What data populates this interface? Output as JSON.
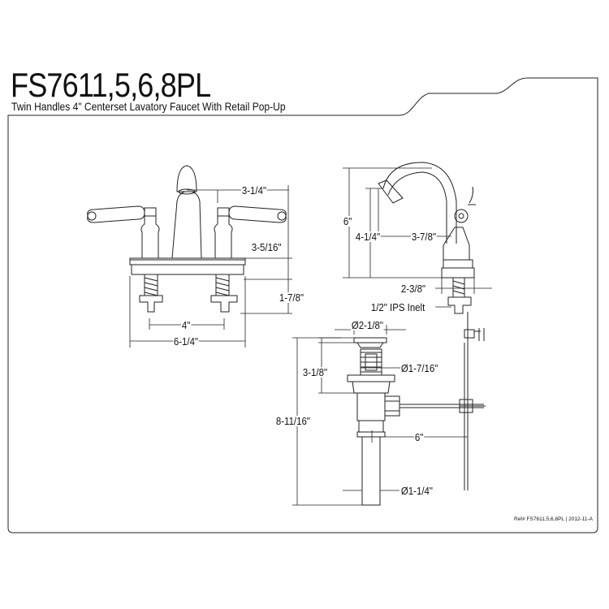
{
  "title": "FS7611,5,6,8PL",
  "subtitle": "Twin Handles 4\" Centerset Lavatory Faucet With Retail Pop-Up",
  "dimensions": {
    "front_spout_offset": "3-1/4\"",
    "front_height": "3-5/16\"",
    "front_shank": "1-7/8\"",
    "front_center": "4\"",
    "front_width": "6-1/4\"",
    "side_total_height": "6\"",
    "side_spout_height": "4-1/4\"",
    "side_reach": "3-7/8\"",
    "side_base_depth": "2-3/8\"",
    "side_inlet": "1/2\" IPS Inelt",
    "drain_flange_dia": "Ø2-1/8\"",
    "drain_top_height": "3-1/8\"",
    "drain_body_dia": "Ø1-7/16\"",
    "drain_total_height": "8-11/16\"",
    "drain_rod_length": "6\"",
    "drain_tail_dia": "Ø1-1/4\""
  },
  "reference": "Ref# FS7611,5,6,8PL | 2012-11-A",
  "colors": {
    "line": "#222222",
    "background": "#ffffff"
  }
}
